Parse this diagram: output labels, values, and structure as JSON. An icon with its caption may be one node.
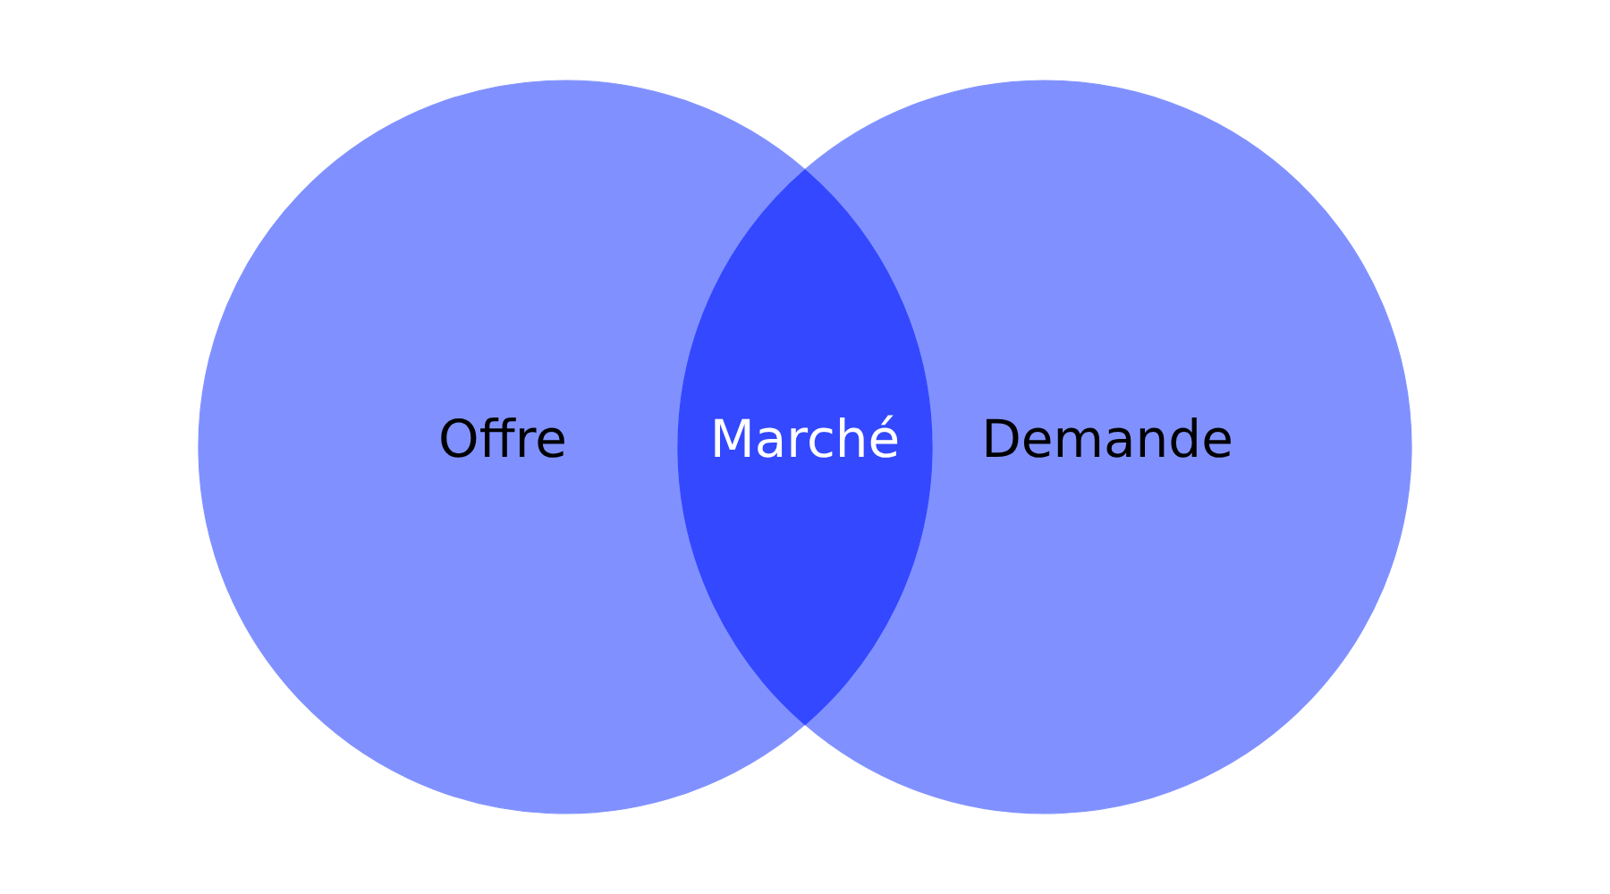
{
  "diagram": {
    "nodes": [
      {
        "text": [
          "Offre"
        ]
      },
      {
        "text": [
          "Demande"
        ]
      },
      {
        "text": [
          "Marché"
        ]
      }
    ]
  }
}
